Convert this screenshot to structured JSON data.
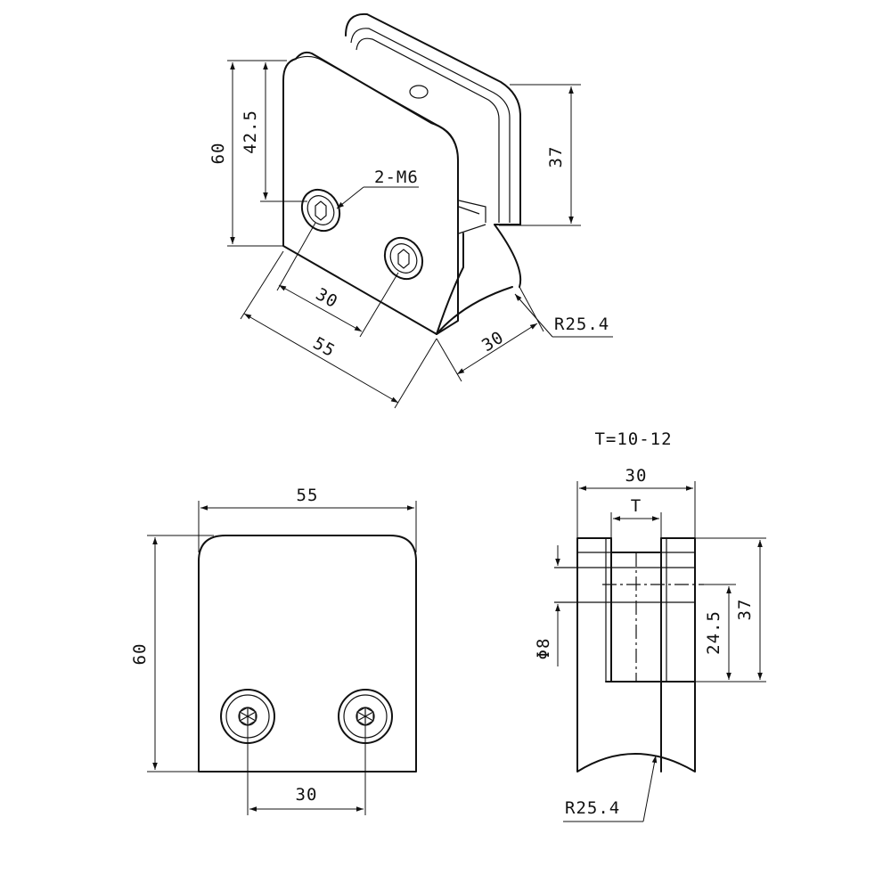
{
  "colors": {
    "line": "#111111",
    "background": "#ffffff"
  },
  "isometric_view": {
    "dim_height_total": "60",
    "dim_hole_height": "42.5",
    "dim_thread": "2-M6",
    "dim_hole_spacing": "30",
    "dim_width": "55",
    "dim_depth": "30",
    "dim_pipe_radius": "R25.4",
    "dim_clamp_height": "37"
  },
  "front_view": {
    "dim_width": "55",
    "dim_height": "60",
    "dim_hole_spacing": "30"
  },
  "side_view": {
    "glass_thickness_note": "T=10-12",
    "dim_width": "30",
    "dim_slot": "T",
    "dim_hole_diameter": "Φ8",
    "dim_hole_height": "24.5",
    "dim_clamp_height": "37",
    "dim_pipe_radius": "R25.4"
  }
}
